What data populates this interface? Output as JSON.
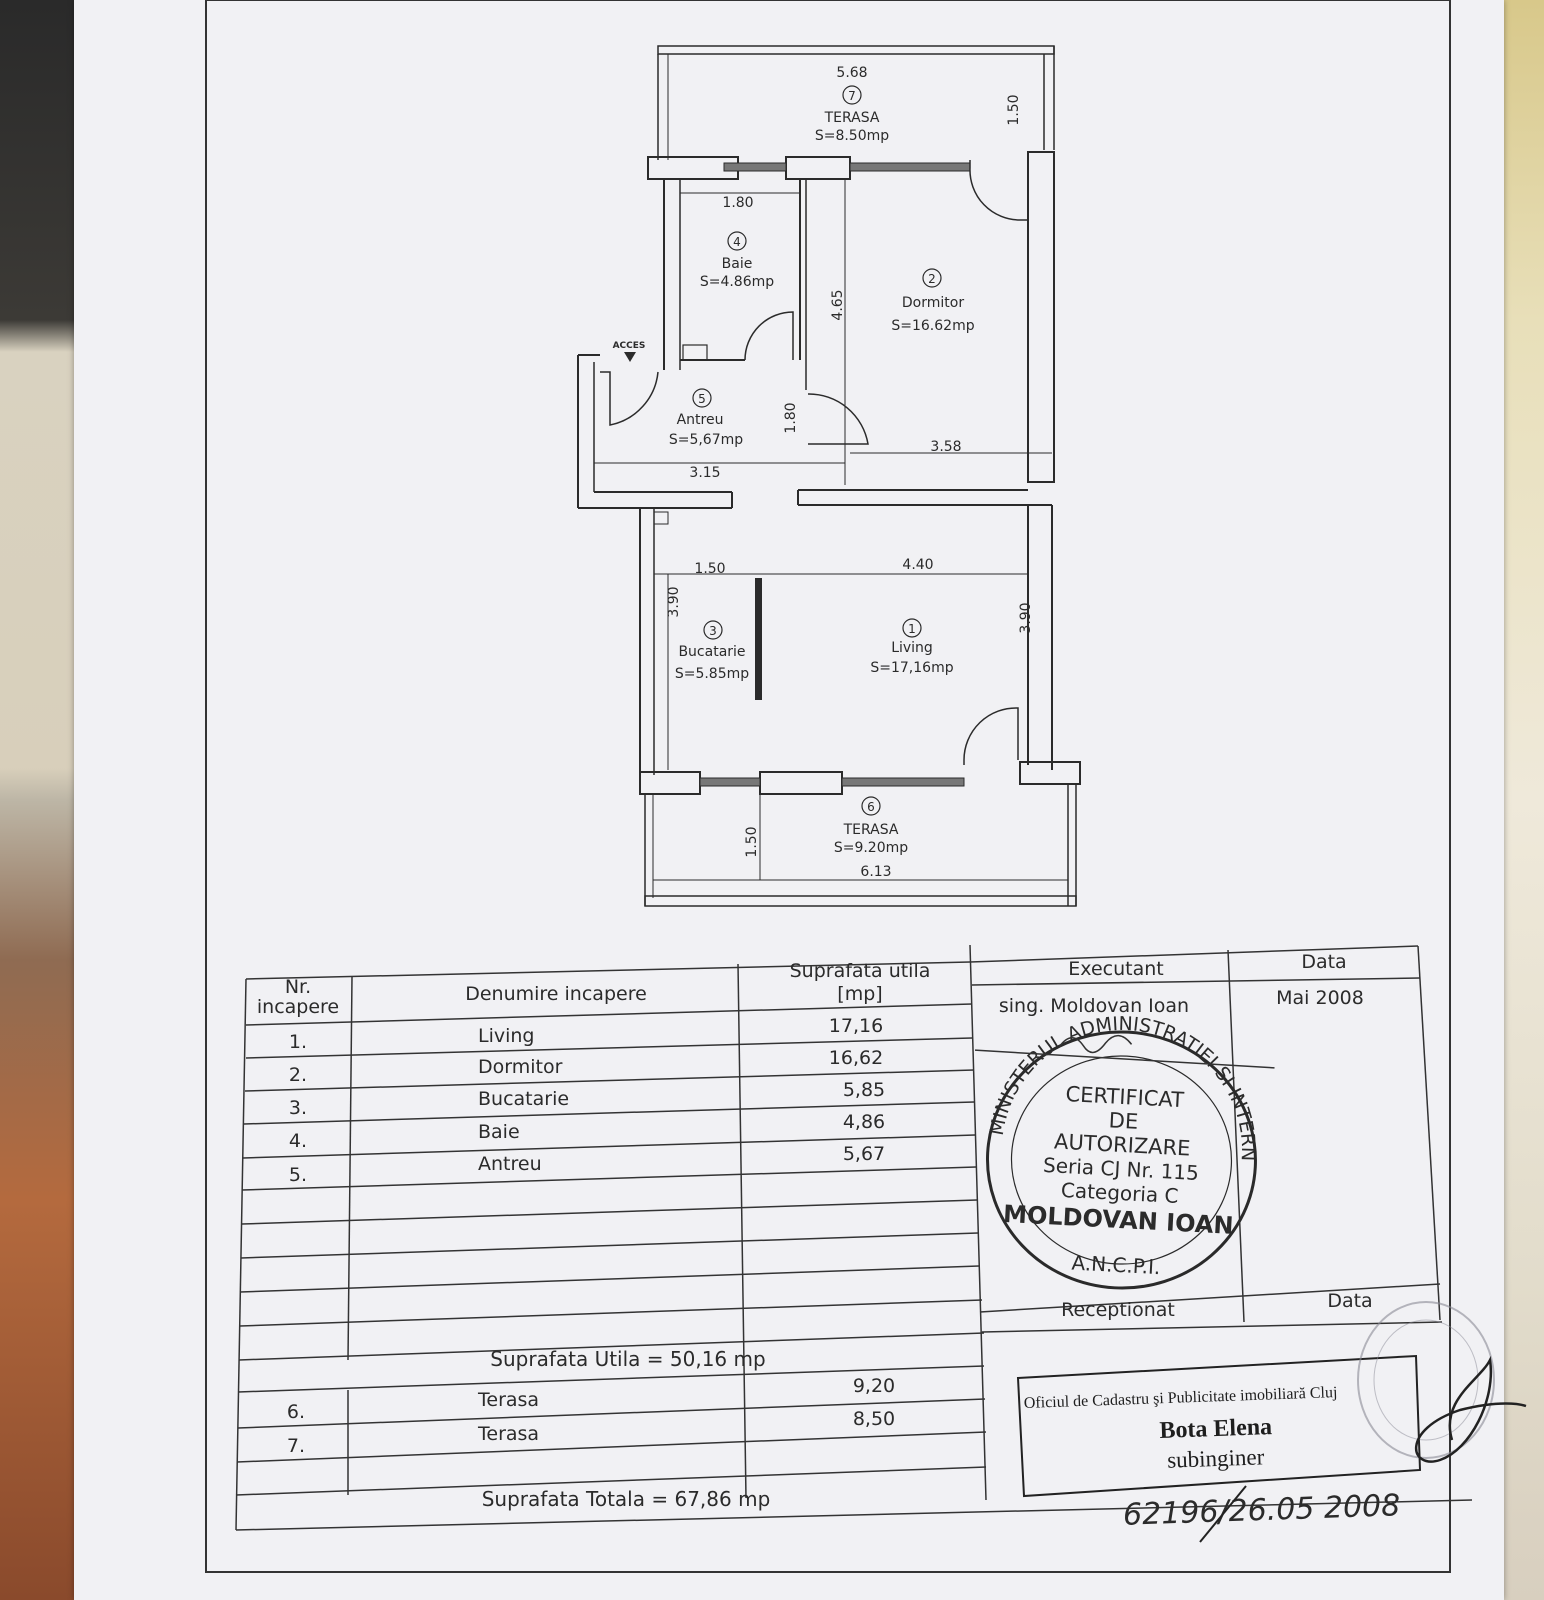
{
  "plan": {
    "terrace_top": {
      "number": "7",
      "name": "TERASA",
      "area": "S=8.50mp",
      "width": "5.68",
      "depth": "1.50"
    },
    "bathroom": {
      "number": "4",
      "name": "Baie",
      "area": "S=4.86mp",
      "width": "1.80"
    },
    "bedroom": {
      "number": "2",
      "name": "Dormitor",
      "area": "S=16.62mp",
      "depth": "4.65",
      "width": "3.58"
    },
    "hall": {
      "number": "5",
      "name": "Antreu",
      "area": "S=5,67mp",
      "width": "3.15",
      "depth": "1.80",
      "access": "ACCES"
    },
    "kitchen": {
      "number": "3",
      "name": "Bucatarie",
      "area": "S=5.85mp",
      "width": "1.50",
      "depth": "3.90"
    },
    "living": {
      "number": "1",
      "name": "Living",
      "area": "S=17,16mp",
      "width": "4.40",
      "depth": "3.90"
    },
    "terrace_bottom": {
      "number": "6",
      "name": "TERASA",
      "area": "S=9.20mp",
      "width": "6.13",
      "depth": "1.50"
    }
  },
  "table": {
    "header_nr": [
      "Nr.",
      "incapere"
    ],
    "header_name": "Denumire incapere",
    "header_area": [
      "Suprafata utila",
      "[mp]"
    ],
    "rows": [
      {
        "nr": "1.",
        "name": "Living",
        "area": "17,16"
      },
      {
        "nr": "2.",
        "name": "Dormitor",
        "area": "16,62"
      },
      {
        "nr": "3.",
        "name": "Bucatarie",
        "area": "5,85"
      },
      {
        "nr": "4.",
        "name": "Baie",
        "area": "4,86"
      },
      {
        "nr": "5.",
        "name": "Antreu",
        "area": "5,67"
      }
    ],
    "useful_total": "Suprafata Utila = 50,16 mp",
    "terraces": [
      {
        "nr": "6.",
        "name": "Terasa",
        "area": "9,20"
      },
      {
        "nr": "7.",
        "name": "Terasa",
        "area": "8,50"
      }
    ],
    "grand_total": "Suprafata Totala = 67,86 mp"
  },
  "executant": {
    "label": "Executant",
    "date_label": "Data",
    "name": "sing. Moldovan Ioan",
    "date": "Mai 2008",
    "received_label": "Receptionat",
    "received_date_label": "Data"
  },
  "stamp": {
    "ring_text": "MINISTERUL ADMINISTRATIEI SI INTERNELOR",
    "lines": [
      "CERTIFICAT",
      "DE",
      "AUTORIZARE",
      "Seria CJ Nr. 115",
      "Categoria C",
      "MOLDOVAN IOAN"
    ],
    "bottom": "A.N.C.P.I."
  },
  "ocpi": {
    "office": "Oficiul de Cadastru şi Publicitate imobiliară Cluj",
    "name": "Bota Elena",
    "title": "subinginer",
    "reference": "62196/26.05 2008"
  }
}
